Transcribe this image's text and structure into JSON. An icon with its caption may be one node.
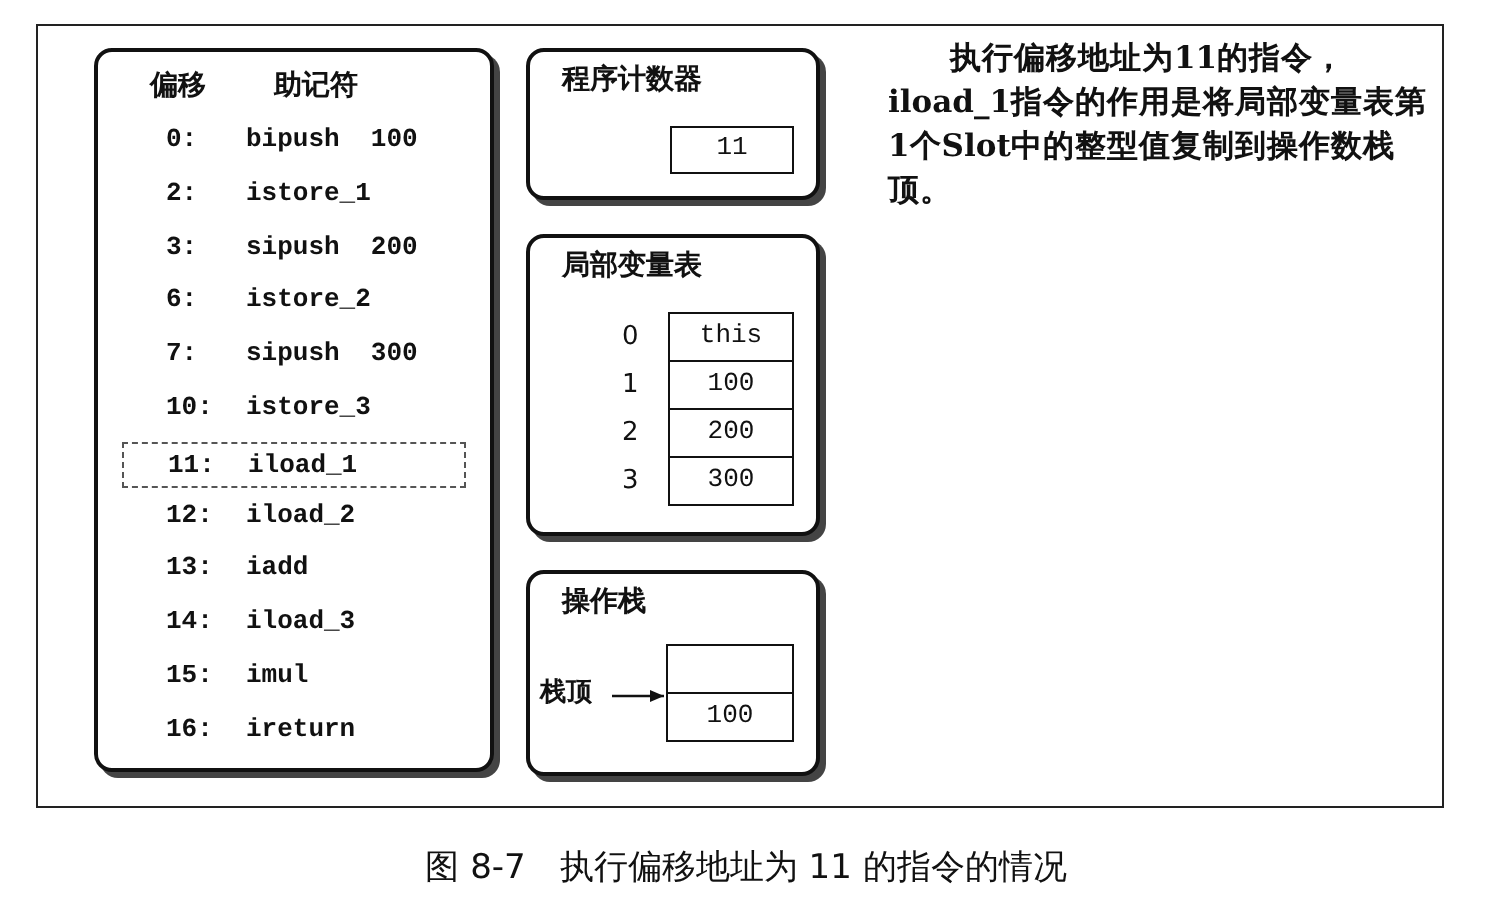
{
  "diagram": {
    "caption": "图 8-7　执行偏移地址为 11 的指令的情况",
    "nodes": [
      {
        "text": [
          "偏移",
          "助记符"
        ]
      },
      {
        "text": [
          "11:",
          "iload_1"
        ],
        "in": 0
      },
      {
        "text": [
          "程序计数器"
        ]
      },
      {
        "text": [
          "11"
        ],
        "in": 2
      },
      {
        "text": [
          "局部变量表"
        ]
      },
      {
        "text": [
          "this"
        ],
        "in": 4,
        "beside": [
          "0"
        ]
      },
      {
        "text": [
          "100"
        ],
        "in": 4,
        "beside": [
          "1"
        ]
      },
      {
        "text": [
          "200"
        ],
        "in": 4,
        "beside": [
          "2"
        ]
      },
      {
        "text": [
          "300"
        ],
        "in": 4,
        "beside": [
          "3"
        ]
      },
      {
        "text": [
          "操作栈"
        ]
      },
      {
        "text": [
          "栈顶"
        ],
        "in": 9
      },
      {
        "text": [],
        "shape": "box",
        "in": 9
      },
      {
        "text": [
          "100"
        ],
        "in": 9
      }
    ],
    "edges": [
      {
        "from": 10,
        "to": 11,
        "arrow": "to"
      }
    ],
    "labels": [
      "0:",
      "bipush  100",
      "2:",
      "istore_1",
      "3:",
      "sipush  200",
      "6:",
      "istore_2",
      "7:",
      "sipush  300",
      "10:",
      "istore_3",
      "12:",
      "iload_2",
      "13:",
      "iadd",
      "14:",
      "iload_3",
      "15:",
      "imul",
      "16:",
      "ireturn",
      "执行偏移地址为11的指令，iload_1指令的作用是将局部变量表第1个Slot中的整型值复制到操作数栈顶。"
    ]
  }
}
